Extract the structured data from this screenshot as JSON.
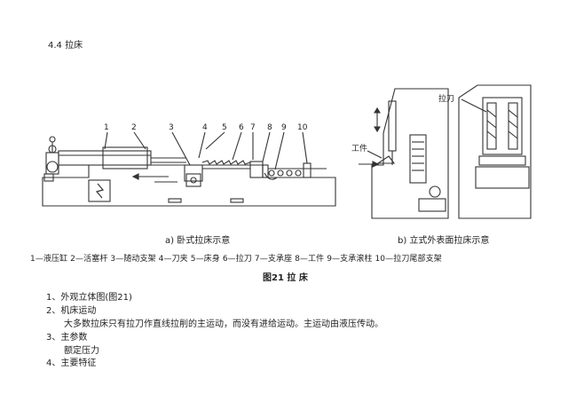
{
  "section_heading": "4.4 拉床",
  "figure_a": {
    "callouts": [
      "1",
      "2",
      "3",
      "4",
      "5",
      "6",
      "7",
      "8",
      "9",
      "10"
    ],
    "caption": "a) 卧式拉床示意"
  },
  "figure_b": {
    "label_top": "拉刀",
    "label_side": "工件",
    "caption": "b) 立式外表面拉床示意"
  },
  "legend": "1—液压缸 2—活塞杆 3—随动支架 4—刀夹 5—床身 6—拉刀 7—支承座 8—工件 9—支承滚柱 10—拉刀尾部支架",
  "figure_title": "图21 拉 床",
  "items": {
    "item1": "1、外观立体图(图21)",
    "item2": "2、机床运动",
    "item2_desc": "大多数拉床只有拉刀作直线拉削的主运动，而没有进给运动。主运动由液压传动。",
    "item3": "3、主参数",
    "item3_desc": "额定压力",
    "item4": "4、主要特征"
  }
}
